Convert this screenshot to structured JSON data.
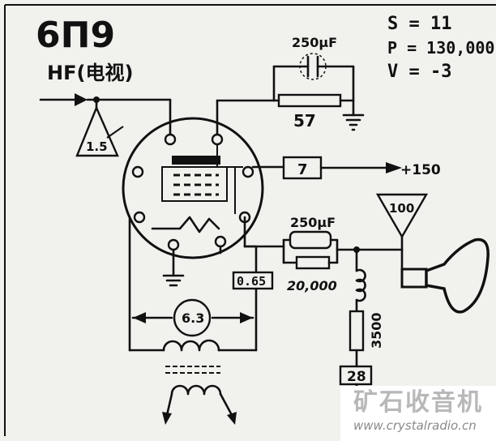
{
  "tube": {
    "type": "6П9",
    "subtitle": "HF(电视)"
  },
  "params": {
    "s": "S = 11",
    "p": "P = 130,000",
    "v": "V = -3"
  },
  "components": {
    "cap_top": "250μF",
    "res_top": "57",
    "supply_box": "7",
    "supply_voltage": "+150",
    "triangle_in": "1.5",
    "triangle_out": "100",
    "cap_right": "250μF",
    "res_right": "20,000",
    "res_vertical": "3500",
    "box_cathode": "0.65",
    "box_bottom": "28",
    "heater": "6.3"
  },
  "watermark": {
    "cn": "矿石收音机",
    "url": "www.crystalradio.cn"
  }
}
